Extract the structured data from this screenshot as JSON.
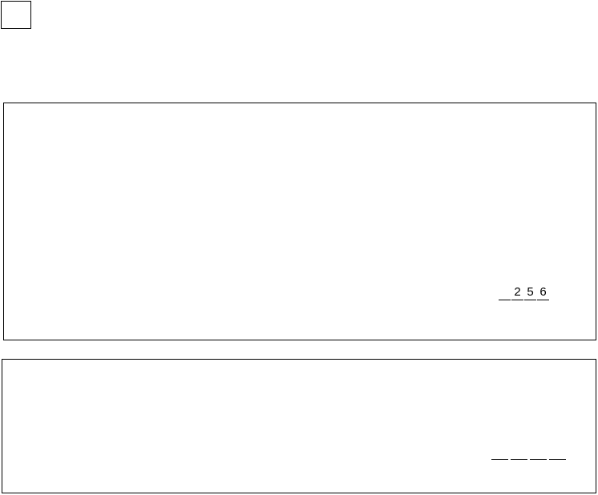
{
  "form": {
    "upper_panel": {
      "digits": [
        "",
        "2",
        "5",
        "6"
      ]
    },
    "lower_panel": {
      "digits": [
        "",
        "",
        "",
        ""
      ]
    }
  }
}
